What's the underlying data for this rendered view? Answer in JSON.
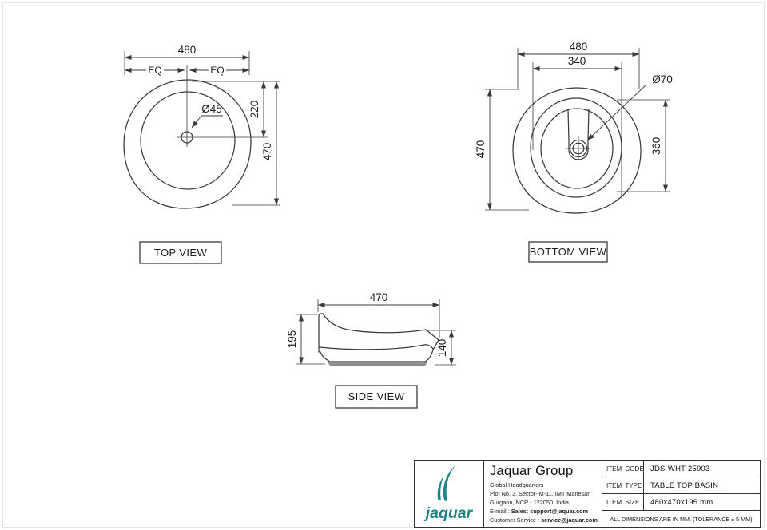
{
  "colors": {
    "line": "#3a3a3a",
    "logo_teal": "#1E8286"
  },
  "views": {
    "top": {
      "label": "TOP VIEW",
      "dim_width": "480",
      "dim_eq_left": "EQ",
      "dim_eq_right": "EQ",
      "dim_drain": "Ø45",
      "dim_top_to_center": "220",
      "dim_height": "470"
    },
    "bottom": {
      "label": "BOTTOM VIEW",
      "dim_width": "480",
      "dim_inner_width": "340",
      "dim_drain": "Ø70",
      "dim_height": "470",
      "dim_inner_height": "360"
    },
    "side": {
      "label": "SIDE VIEW",
      "dim_width": "470",
      "dim_height_rear": "195",
      "dim_height_front": "140"
    }
  },
  "title_block": {
    "logo": {
      "wordmark": "jaquar"
    },
    "company": {
      "name": "Jaquar Group",
      "line1": "Global Headquarters",
      "line2": "Plot No. 3, Sector- M-11, IMT Manesar",
      "line3": "Gurgaon, NCR - 122050, India",
      "email_prefix": "E-mail : ",
      "email_bold": "Sales: support@jaquar.com",
      "service_prefix": "Customer Service : ",
      "service_bold": "service@jaquar.com"
    },
    "rows": [
      {
        "label": "ITEM  CODE",
        "value": "JDS-WHT-25903"
      },
      {
        "label": "ITEM  TYPE",
        "value": "TABLE TOP BASIN"
      },
      {
        "label": "ITEM  SIZE",
        "value": "480x470x195 mm"
      }
    ],
    "footer": "ALL DIMENSIONS ARE IN MM. (TOLERANCE ± 5 MM)"
  }
}
